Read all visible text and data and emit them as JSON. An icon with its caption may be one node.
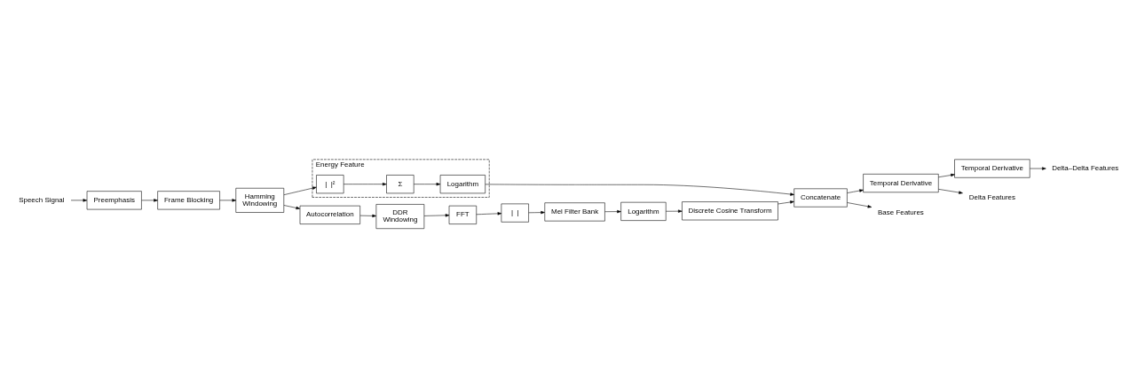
{
  "diagram": {
    "nodes": [
      {
        "text": [
          "Speech Signal"
        ]
      },
      {
        "text": [
          "Preemphasis"
        ]
      },
      {
        "text": [
          "Frame Blocking"
        ]
      },
      {
        "text": [
          "Hamming",
          "Windowing"
        ]
      },
      {
        "text": [
          "Autocorrelation"
        ]
      },
      {
        "text": [
          "DDR",
          "Windowing"
        ]
      },
      {
        "text": [
          "FFT"
        ]
      },
      {
        "text": [
          "|  |"
        ]
      },
      {
        "text": [
          "Mel Filter Bank"
        ]
      },
      {
        "text": [
          "Logarithm"
        ]
      },
      {
        "text": [
          "Discrete Cosine Transform"
        ]
      },
      {
        "text": [
          "Concatenate"
        ]
      },
      {
        "text": [
          "Energy Feature"
        ]
      },
      {
        "text": [
          "|  |²"
        ],
        "in": 12
      },
      {
        "text": [
          "Σ"
        ],
        "in": 12
      },
      {
        "text": [
          "Logarithm"
        ],
        "in": 12
      },
      {
        "text": [
          "Temporal Derivative"
        ]
      },
      {
        "text": [
          "Temporal Derivative"
        ]
      },
      {
        "text": [
          "Delta–Delta Features"
        ]
      },
      {
        "text": [
          "Delta Features"
        ]
      },
      {
        "text": [
          "Base Features"
        ]
      }
    ],
    "edges": [
      {
        "from": 0,
        "to": 1,
        "arrow": "to"
      },
      {
        "from": 1,
        "to": 2,
        "arrow": "to"
      },
      {
        "from": 2,
        "to": 3,
        "arrow": "to"
      },
      {
        "from": 3,
        "to": 4,
        "arrow": "to"
      },
      {
        "from": 3,
        "to": 13,
        "arrow": "to"
      },
      {
        "from": 4,
        "to": 5,
        "arrow": "to"
      },
      {
        "from": 5,
        "to": 6,
        "arrow": "to"
      },
      {
        "from": 6,
        "to": 7,
        "arrow": "to"
      },
      {
        "from": 7,
        "to": 8,
        "arrow": "to"
      },
      {
        "from": 8,
        "to": 9,
        "arrow": "to"
      },
      {
        "from": 9,
        "to": 10,
        "arrow": "to"
      },
      {
        "from": 10,
        "to": 11,
        "arrow": "to"
      },
      {
        "from": 13,
        "to": 14,
        "arrow": "to"
      },
      {
        "from": 14,
        "to": 15,
        "arrow": "to"
      },
      {
        "from": 15,
        "to": 11,
        "arrow": "to"
      },
      {
        "from": 11,
        "to": 16,
        "arrow": "to"
      },
      {
        "from": 11,
        "to": 20,
        "arrow": "to"
      },
      {
        "from": 16,
        "to": 19,
        "arrow": "to"
      },
      {
        "from": 16,
        "to": 17,
        "arrow": "to"
      },
      {
        "from": 17,
        "to": 18,
        "arrow": "to"
      }
    ]
  }
}
